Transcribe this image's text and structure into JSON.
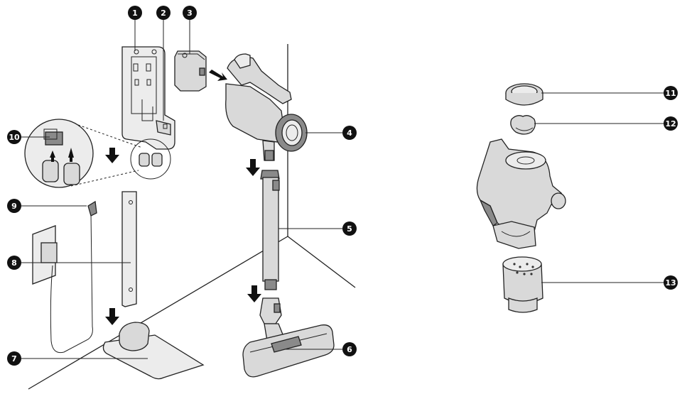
{
  "figure": {
    "callouts": [
      {
        "id": "c1",
        "label": "1"
      },
      {
        "id": "c2",
        "label": "2"
      },
      {
        "id": "c3",
        "label": "3"
      },
      {
        "id": "c4",
        "label": "4"
      },
      {
        "id": "c5",
        "label": "5"
      },
      {
        "id": "c6",
        "label": "6"
      },
      {
        "id": "c7",
        "label": "7"
      },
      {
        "id": "c8",
        "label": "8"
      },
      {
        "id": "c9",
        "label": "9"
      },
      {
        "id": "c10",
        "label": "10"
      },
      {
        "id": "c11",
        "label": "11"
      },
      {
        "id": "c12",
        "label": "12"
      },
      {
        "id": "c13",
        "label": "13"
      }
    ],
    "colors": {
      "outline": "#222222",
      "part_fill": "#d9d9d9",
      "part_dark": "#8a8a8a",
      "callout_fill": "#111111"
    }
  }
}
